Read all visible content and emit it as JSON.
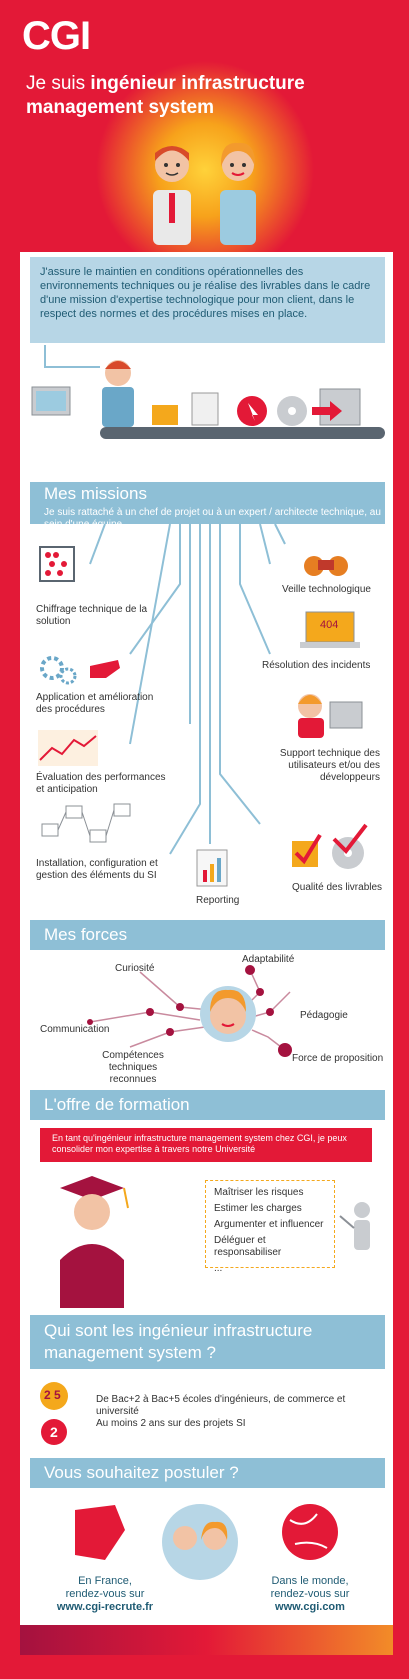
{
  "header": {
    "logo": "CGI",
    "title_prefix": "Je suis ",
    "title_bold": "ingénieur infrastructure management system"
  },
  "intro": {
    "text": "J'assure le maintien en conditions opérationnelles des environnements techniques ou je réalise des livrables dans le cadre d'une mission d'expertise technologique pour mon client, dans le respect des normes et des procédures mises en place."
  },
  "missions": {
    "title": "Mes missions",
    "subtitle": "Je suis rattaché à un chef de projet ou à un expert / architecte technique, au sein d'une équipe.",
    "items": [
      "Chiffrage technique de la solution",
      "Veille technologique",
      "Résolution des incidents",
      "Application et amélioration des procédures",
      "Support technique des utilisateurs et/ou des développeurs",
      "Évaluation des performances et anticipation",
      "Installation, configuration et gestion des éléments du SI",
      "Reporting",
      "Qualité des livrables"
    ],
    "error_code": "404"
  },
  "forces": {
    "title": "Mes forces",
    "items": [
      "Curiosité",
      "Adaptabilité",
      "Pédagogie",
      "Communication",
      "Compétences techniques reconnues",
      "Force de proposition"
    ]
  },
  "formation": {
    "title": "L'offre de formation",
    "intro": "En tant qu'ingénieur infrastructure management system chez CGI, je peux consolider mon expertise à travers notre Université",
    "items": [
      "Maîtriser les risques",
      "Estimer les charges",
      "Argumenter et influencer",
      "Déléguer et responsabiliser",
      "..."
    ]
  },
  "profile": {
    "title": "Qui sont les ingénieur infrastructure management system ?",
    "items": [
      "De Bac+2 à Bac+5 écoles d'ingénieurs, de commerce et université",
      "Au moins 2 ans sur des projets SI"
    ],
    "badge_range": "2 5",
    "badge_years": "2"
  },
  "apply": {
    "title": "Vous souhaitez postuler ?",
    "france_line1": "En France,",
    "france_line2": "rendez-vous sur",
    "france_link": "www.cgi-recrute.fr",
    "world_line1": "Dans le monde,",
    "world_line2": "rendez-vous sur",
    "world_link": "www.cgi.com"
  },
  "colors": {
    "brand_red": "#e31937",
    "light_blue": "#b7d6e6",
    "band_blue": "#8ebfd6",
    "dark_red": "#a4123f"
  }
}
